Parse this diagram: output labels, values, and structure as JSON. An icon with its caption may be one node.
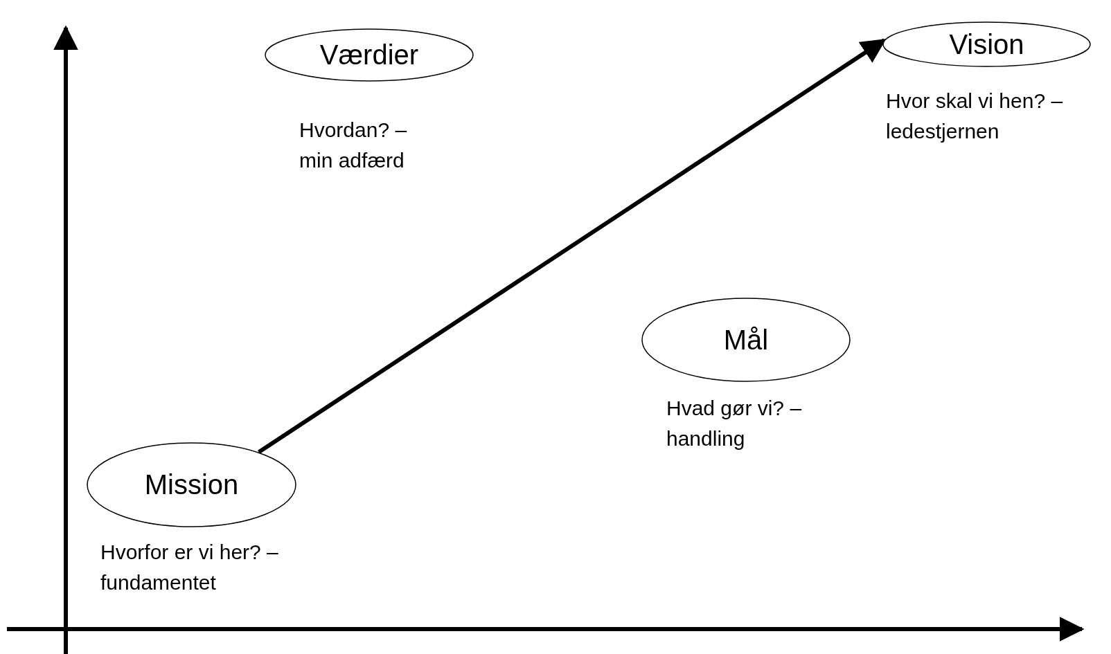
{
  "diagram": {
    "nodes": [
      {
        "text": [
          "Værdier"
        ],
        "beside": [
          "Hvordan? – min adfærd"
        ]
      },
      {
        "text": [
          "Vision"
        ],
        "beside": [
          "Hvor skal vi hen? – ledestjernen"
        ]
      },
      {
        "text": [
          "Mål"
        ],
        "beside": [
          "Hvad gør vi? – handling"
        ]
      },
      {
        "text": [
          "Mission"
        ],
        "beside": [
          "Hvorfor er vi her? – fundamentet"
        ]
      }
    ],
    "edges": [
      {
        "from": 3,
        "to": 1,
        "arrow": "to"
      }
    ]
  }
}
